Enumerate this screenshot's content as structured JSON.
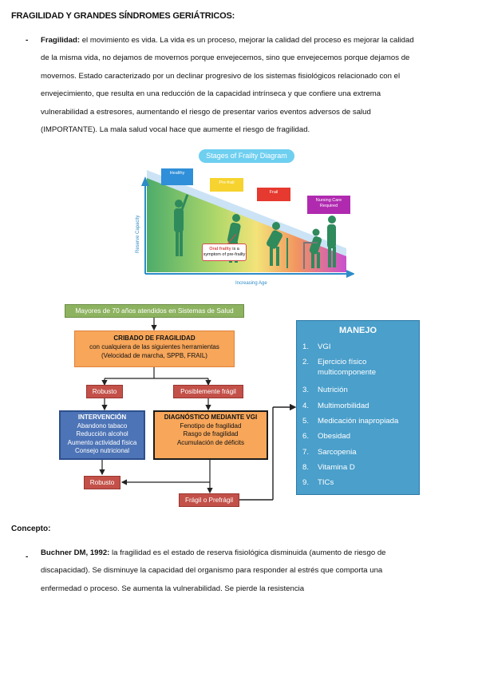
{
  "heading": "FRAGILIDAD Y GRANDES SÍNDROMES GERIÁTRICOS:",
  "bullet_symbol": "-",
  "fragilidad": {
    "term": "Fragilidad:",
    "lines": [
      "el movimiento es vida. La vida es un proceso, mejorar la calidad del proceso es mejorar la calidad",
      "de la misma vida, no dejamos de movernos porque envejecemos, sino que envejecemos porque dejamos de",
      "movernos. Estado caracterizado por un declinar progresivo de los sistemas fisiológicos relacionado con el",
      "envejecimiento, que resulta en una reducción de la capacidad intrínseca y que confiere una extrema",
      "vulnerabilidad a estresores, aumentando el riesgo de presentar varios eventos adversos de salud",
      "(IMPORTANTE). La mala salud vocal hace que aumente el riesgo de fragilidad."
    ]
  },
  "frailty_diagram": {
    "title": "Stages of Frailty Diagram",
    "stages": [
      "Healthy",
      "Pre-frail",
      "Frail",
      "Nursing Care Required"
    ],
    "stage_colors": [
      "#2f8fd8",
      "#f6d32e",
      "#e6392f",
      "#b02ab0"
    ],
    "y_axis": "Reserve Capacity",
    "x_axis": "Increasing Age",
    "callout_bold": "Oral frailty",
    "callout_rest": "is a symptom of pre-frailty"
  },
  "flowchart": {
    "top": "Mayores de 70 años atendidos en Sistemas de Salud",
    "cribado_title": "CRIBADO DE FRAGILIDAD",
    "cribado_line1": "con cualquiera de las siguientes herramientas",
    "cribado_line2": "(Velocidad de marcha, SPPB, FRAIL)",
    "robusto": "Robusto",
    "posiblemente": "Posiblemente frágil",
    "intervencion_title": "INTERVENCIÓN",
    "intervencion_items": [
      "Abandono tabaco",
      "Reducción alcohol",
      "Aumento actividad física",
      "Consejo nutricional"
    ],
    "vgi_title": "DIAGNÓSTICO MEDIANTE VGI",
    "vgi_items": [
      "Fenotipo de fragilidad",
      "Rasgo de fragilidad",
      "Acumulación de déficits"
    ],
    "robusto2": "Robusto",
    "fragil": "Frágil o Prefrágil",
    "manejo_title": "MANEJO",
    "manejo_items": [
      {
        "n": "1.",
        "t": "VGI"
      },
      {
        "n": "2.",
        "t": "Ejercicio físico multicomponente"
      },
      {
        "n": "3.",
        "t": "Nutrición"
      },
      {
        "n": "4.",
        "t": "Multimorbilidad"
      },
      {
        "n": "5.",
        "t": "Medicación inapropiada"
      },
      {
        "n": "6.",
        "t": "Obesidad"
      },
      {
        "n": "7.",
        "t": "Sarcopenia"
      },
      {
        "n": "8.",
        "t": "Vitamina D"
      },
      {
        "n": "9.",
        "t": "TICs"
      }
    ]
  },
  "concepto": {
    "heading": "Concepto:",
    "author": "Buchner DM, 1992:",
    "lines": [
      "la fragilidad es el estado de reserva fisiológica disminuida (aumento de riesgo de",
      "discapacidad). Se disminuye la capacidad del organismo para responder al estrés que comporta una",
      "enfermedad o proceso. Se aumenta la vulnerabilidad. Se pierde la resistencia"
    ]
  }
}
